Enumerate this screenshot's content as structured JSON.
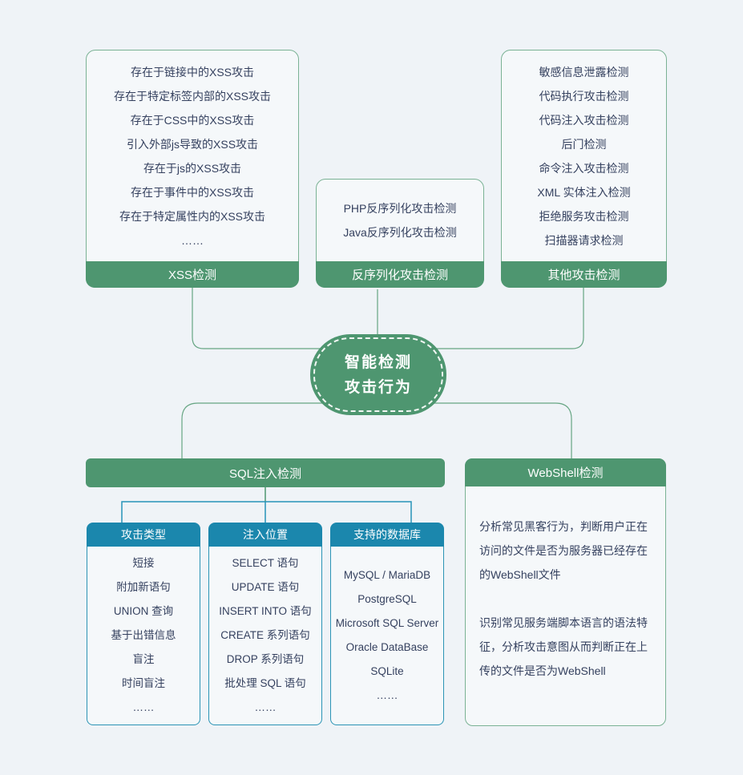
{
  "palette": {
    "green": "#4e9670",
    "green_border": "#7ab294",
    "green_line": "#66a583",
    "teal_header": "#1b87ad",
    "teal_line": "#2693b8",
    "box_fill": "#f5f8fa",
    "page_bg": "#eff3f7",
    "body_text": "#35415f"
  },
  "center_node": {
    "line1": "智能检测",
    "line2": "攻击行为"
  },
  "xss_box": {
    "footer": "XSS检测",
    "items": [
      "存在于链接中的XSS攻击",
      "存在于特定标签内部的XSS攻击",
      "存在于CSS中的XSS攻击",
      "引入外部js导致的XSS攻击",
      "存在于js的XSS攻击",
      "存在于事件中的XSS攻击",
      "存在于特定属性内的XSS攻击",
      "……"
    ]
  },
  "deserialization_box": {
    "footer": "反序列化攻击检测",
    "items": [
      "PHP反序列化攻击检测",
      "Java反序列化攻击检测"
    ]
  },
  "other_box": {
    "footer": "其他攻击检测",
    "items": [
      "敏感信息泄露检测",
      "代码执行攻击检测",
      "代码注入攻击检测",
      "后门检测",
      "命令注入攻击检测",
      "XML 实体注入检测",
      "拒绝服务攻击检测",
      "扫描器请求检测"
    ]
  },
  "sql_section": {
    "header": "SQL注入检测",
    "columns": [
      {
        "title": "攻击类型",
        "items": [
          "短接",
          "附加新语句",
          "UNION 查询",
          "基于出错信息",
          "盲注",
          "时间盲注",
          "……"
        ]
      },
      {
        "title": "注入位置",
        "items": [
          "SELECT 语句",
          "UPDATE 语句",
          "INSERT INTO 语句",
          "CREATE 系列语句",
          "DROP 系列语句",
          "批处理 SQL 语句",
          "……"
        ]
      },
      {
        "title": "支持的数据库",
        "items": [
          "MySQL / MariaDB",
          "PostgreSQL",
          "Microsoft SQL Server",
          "Oracle DataBase",
          "SQLite",
          "……"
        ]
      }
    ]
  },
  "webshell_box": {
    "header": "WebShell检测",
    "paragraphs": [
      "分析常见黑客行为，判断用户正在访问的文件是否为服务器已经存在的WebShell文件",
      "识别常见服务端脚本语言的语法特征，分析攻击意图从而判断正在上传的文件是否为WebShell"
    ]
  }
}
